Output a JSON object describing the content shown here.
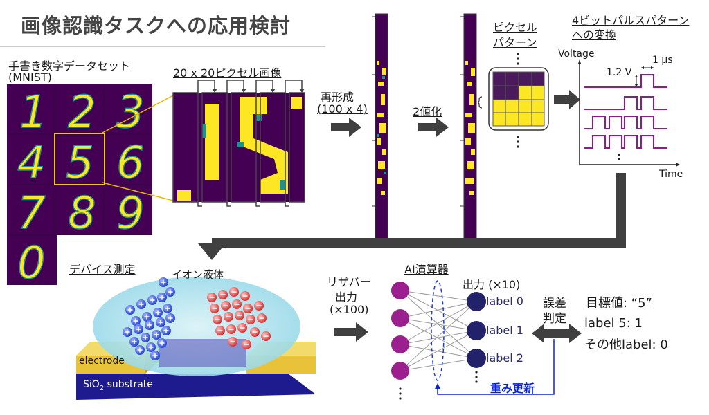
{
  "title": "画像認識タスクへの応用検討",
  "mnist": {
    "label": "手書き数字データセット",
    "sublabel": "(MNIST)",
    "digits": [
      "1",
      "2",
      "3",
      "4",
      "5",
      "6",
      "7",
      "8",
      "9",
      "0"
    ]
  },
  "pixel_image": {
    "label": "20 x 20ピクセル画像"
  },
  "reshape": {
    "label": "再形成",
    "sublabel": "(100 x 4)"
  },
  "binarize": {
    "label": "2値化"
  },
  "pixel_pattern": {
    "label_line1": "ピクセル",
    "label_line2": "パターン"
  },
  "pulse": {
    "label_line1": "4ビットパルスパターン",
    "label_line2": "への変換",
    "voltage_label": "Voltage",
    "time_label": "Time",
    "amplitude": "1.2 V",
    "width": "1 μs"
  },
  "device": {
    "label": "デバイス測定",
    "liquid_label": "イオン液体",
    "electrode_label": "electrode",
    "substrate_prefix": "SiO",
    "substrate_sub": "2",
    "substrate_suffix": " substrate"
  },
  "reservoir": {
    "label_line1": "リザバー",
    "label_line2": "出力",
    "label_line3": "(×100)"
  },
  "ai": {
    "label": "AI演算器",
    "output_title": "出力 (×10)",
    "output_labels": [
      "label 0",
      "label 1",
      "label 2"
    ],
    "update_label": "重み更新"
  },
  "error": {
    "label_line1": "誤差",
    "label_line2": "判定"
  },
  "target": {
    "title": "目標値: “5”",
    "line1": "label 5: 1",
    "line2": "その他label: 0"
  },
  "colors": {
    "viridis_dark": "#440154",
    "viridis_yellow": "#fde725",
    "viridis_teal": "#21918c",
    "node_purple": "#9b1f8e",
    "node_navy": "#22226a",
    "electrode": "#e8c33a",
    "substrate": "#1e1b8e",
    "update_arrow": "#0a22d8"
  }
}
